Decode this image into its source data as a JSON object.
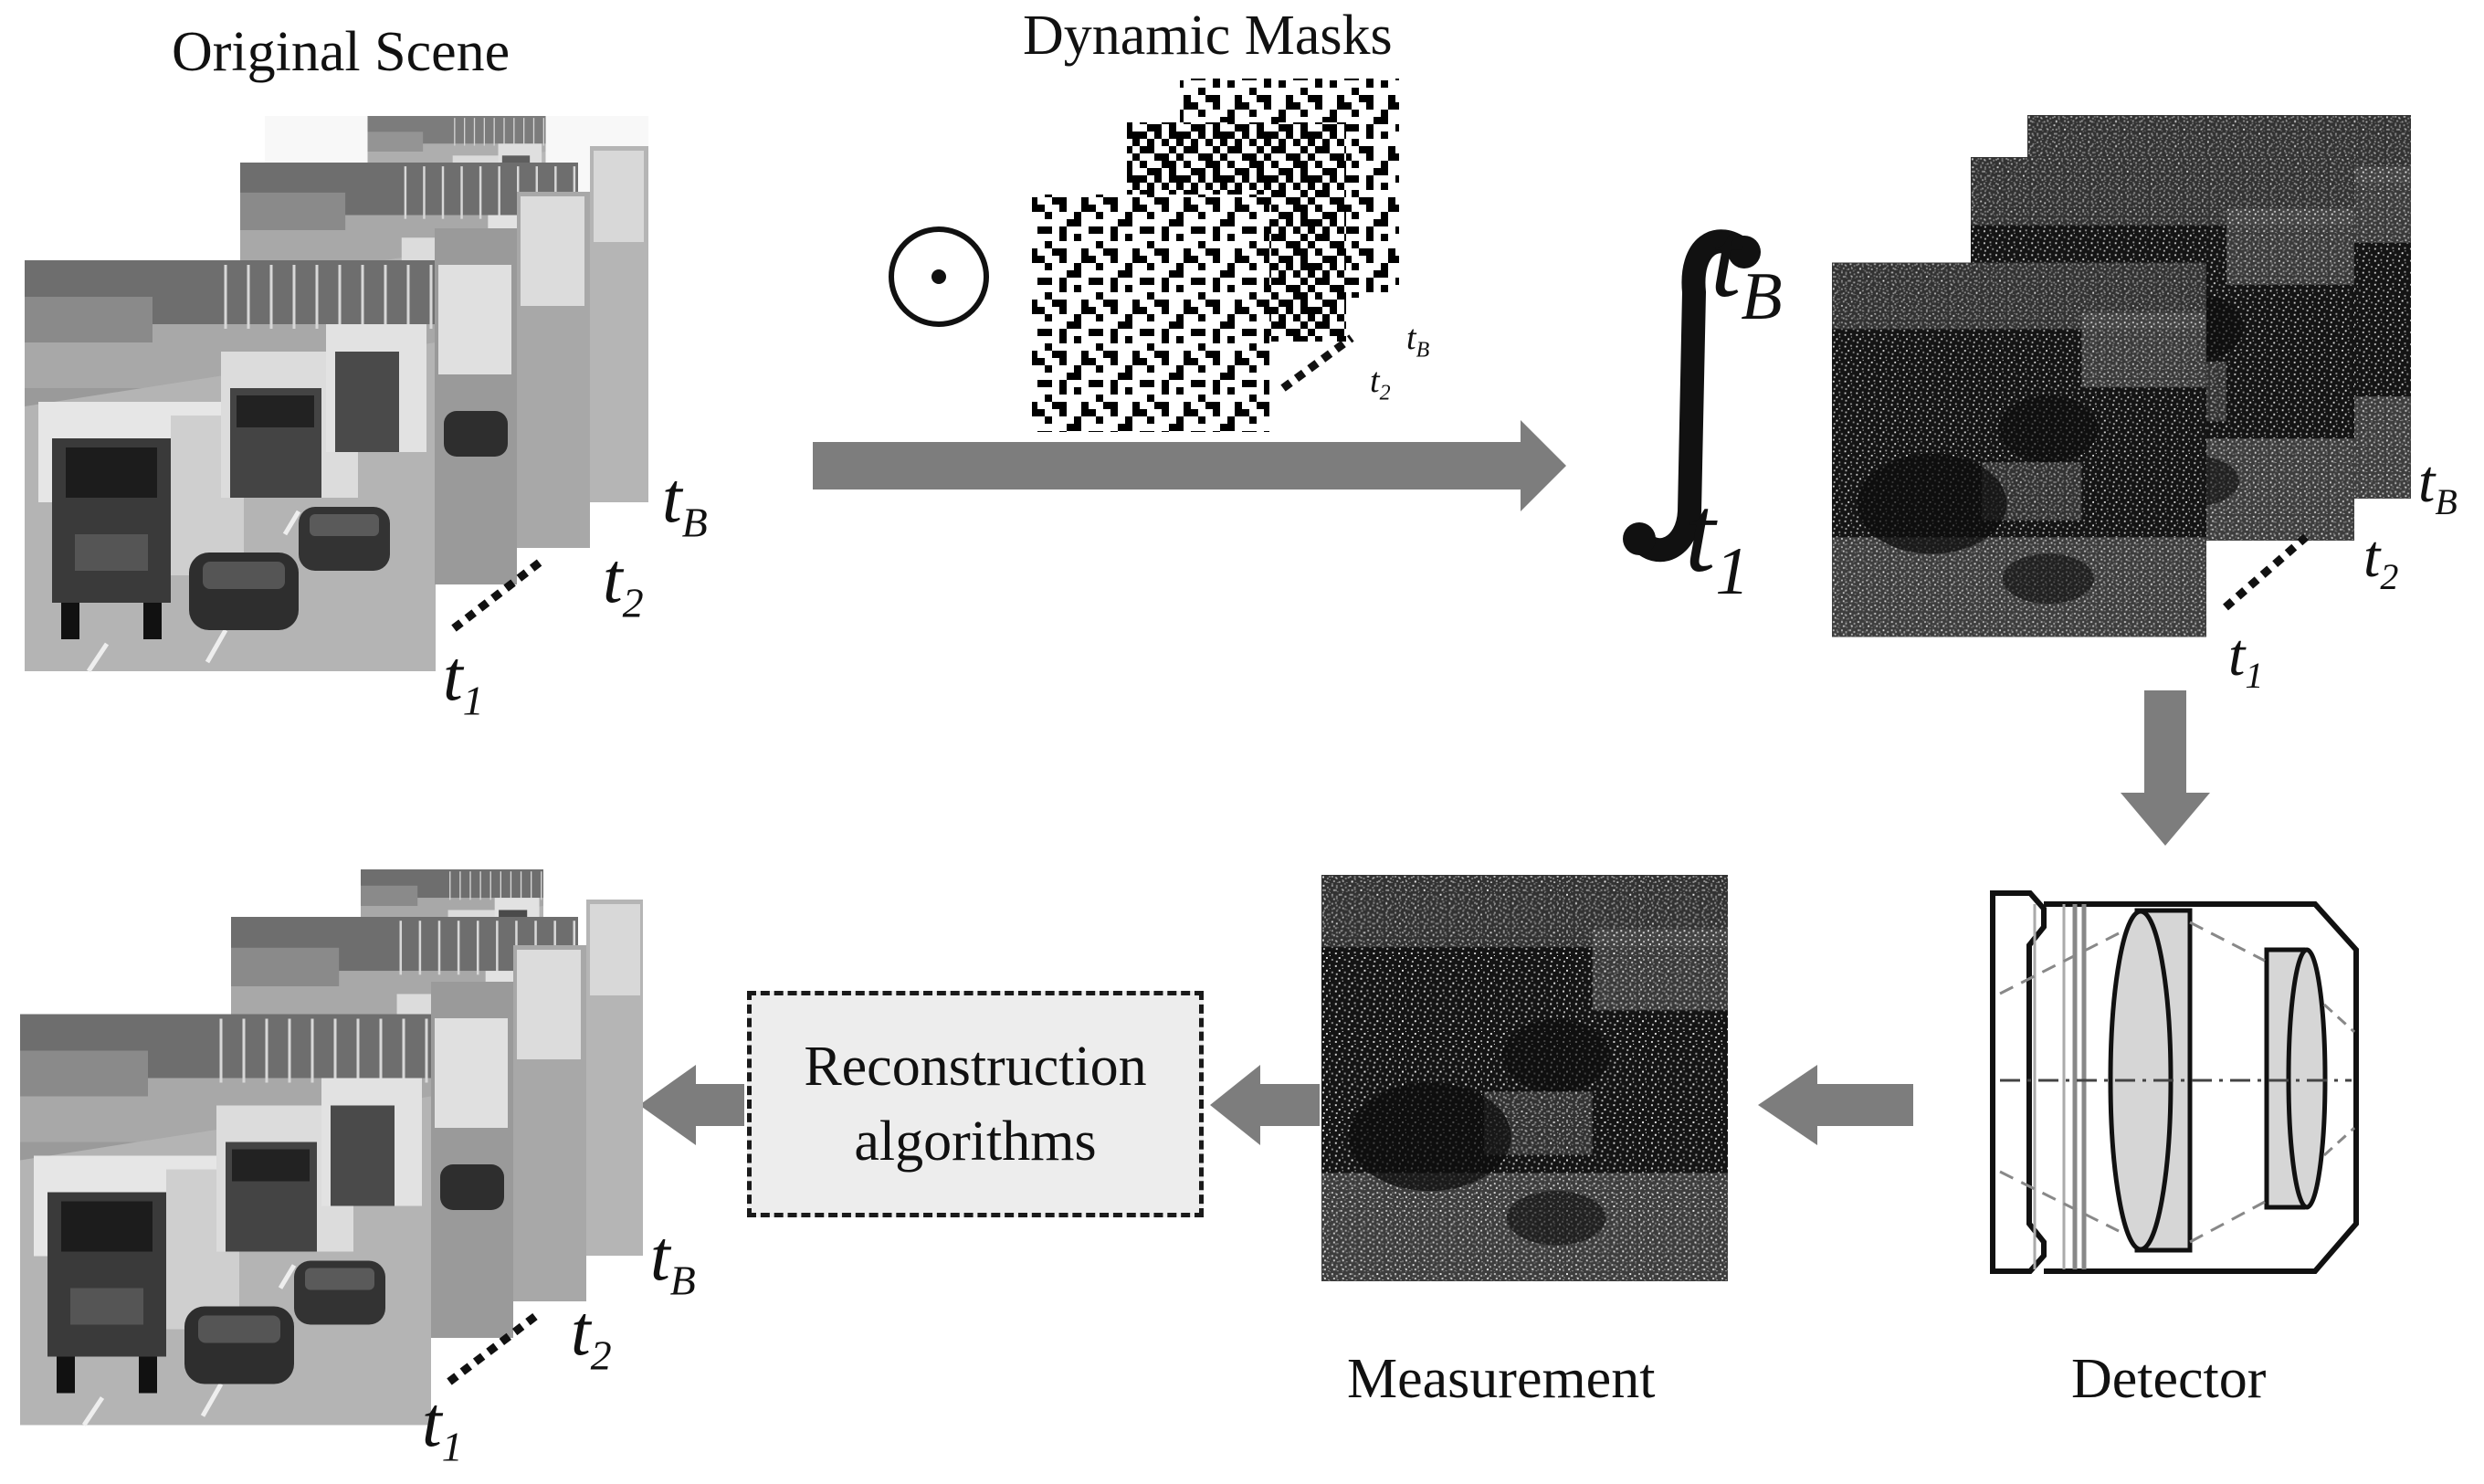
{
  "captions": {
    "original_scene": "Original Scene",
    "dynamic_masks": "Dynamic Masks",
    "measurement": "Measurement",
    "detector": "Detector"
  },
  "reconstruction": {
    "line1": "Reconstruction",
    "line2": "algorithms"
  },
  "symbols": {
    "hadamard": "⊙",
    "integral": "∫",
    "ellipsis": "⋰"
  },
  "time_labels": {
    "var": "t",
    "first": "1",
    "second": "2",
    "last": "B"
  },
  "colors": {
    "arrow": "#7d7d7d",
    "box_fill": "#ededed",
    "text": "#111111",
    "lens_fill": "#d6d6d6"
  }
}
